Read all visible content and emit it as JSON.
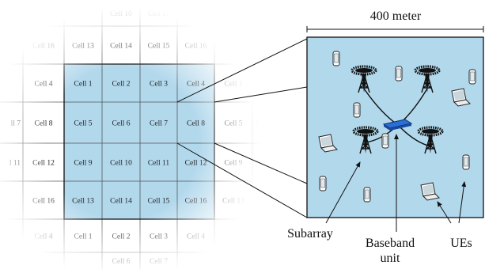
{
  "grid": {
    "rows": [
      [
        "",
        "",
        "Cell 10",
        "Cell 11",
        "",
        ""
      ],
      [
        "Cell 16",
        "Cell 13",
        "Cell 14",
        "Cell 15",
        "Cell 16",
        "Cell"
      ],
      [
        "Cell 4",
        "Cell 1",
        "Cell 2",
        "Cell 3",
        "Cell 4",
        "Cell 1"
      ],
      [
        "Cell 8",
        "Cell 5",
        "Cell 6",
        "Cell 7",
        "Cell 8",
        "Cell 5"
      ],
      [
        "Cell 12",
        "Cell 9",
        "Cell 10",
        "Cell 11",
        "Cell 12",
        "Cell 9"
      ],
      [
        "Cell 16",
        "Cell 13",
        "Cell 14",
        "Cell 15",
        "Cell 16",
        "Cell 13"
      ],
      [
        "Cell 4",
        "Cell 1",
        "Cell 2",
        "Cell 3",
        "Cell 4",
        "Cell"
      ],
      [
        "",
        "",
        "Cell 6",
        "Cell 7",
        "",
        ""
      ]
    ],
    "edge_left": [
      "",
      "ll 16",
      "",
      "ll 7",
      "l 11",
      "",
      "",
      ""
    ],
    "edge_right": [
      "",
      "",
      "",
      "Cel",
      "Cel",
      "",
      "",
      ""
    ],
    "highlight_fill": "#b2d8ec"
  },
  "detail": {
    "scale_label": "400 meter",
    "subarray_label": "Subarray",
    "baseband_label_line1": "Baseband",
    "baseband_label_line2": "unit",
    "ues_label": "UEs",
    "fill": "#b2d8ec"
  }
}
